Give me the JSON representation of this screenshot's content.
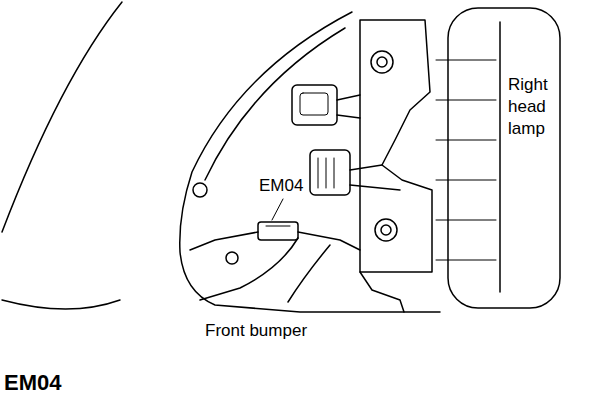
{
  "diagram": {
    "title": "EM04",
    "labels": [
      "EM04",
      "Right head lamp",
      "Front bumper"
    ]
  }
}
